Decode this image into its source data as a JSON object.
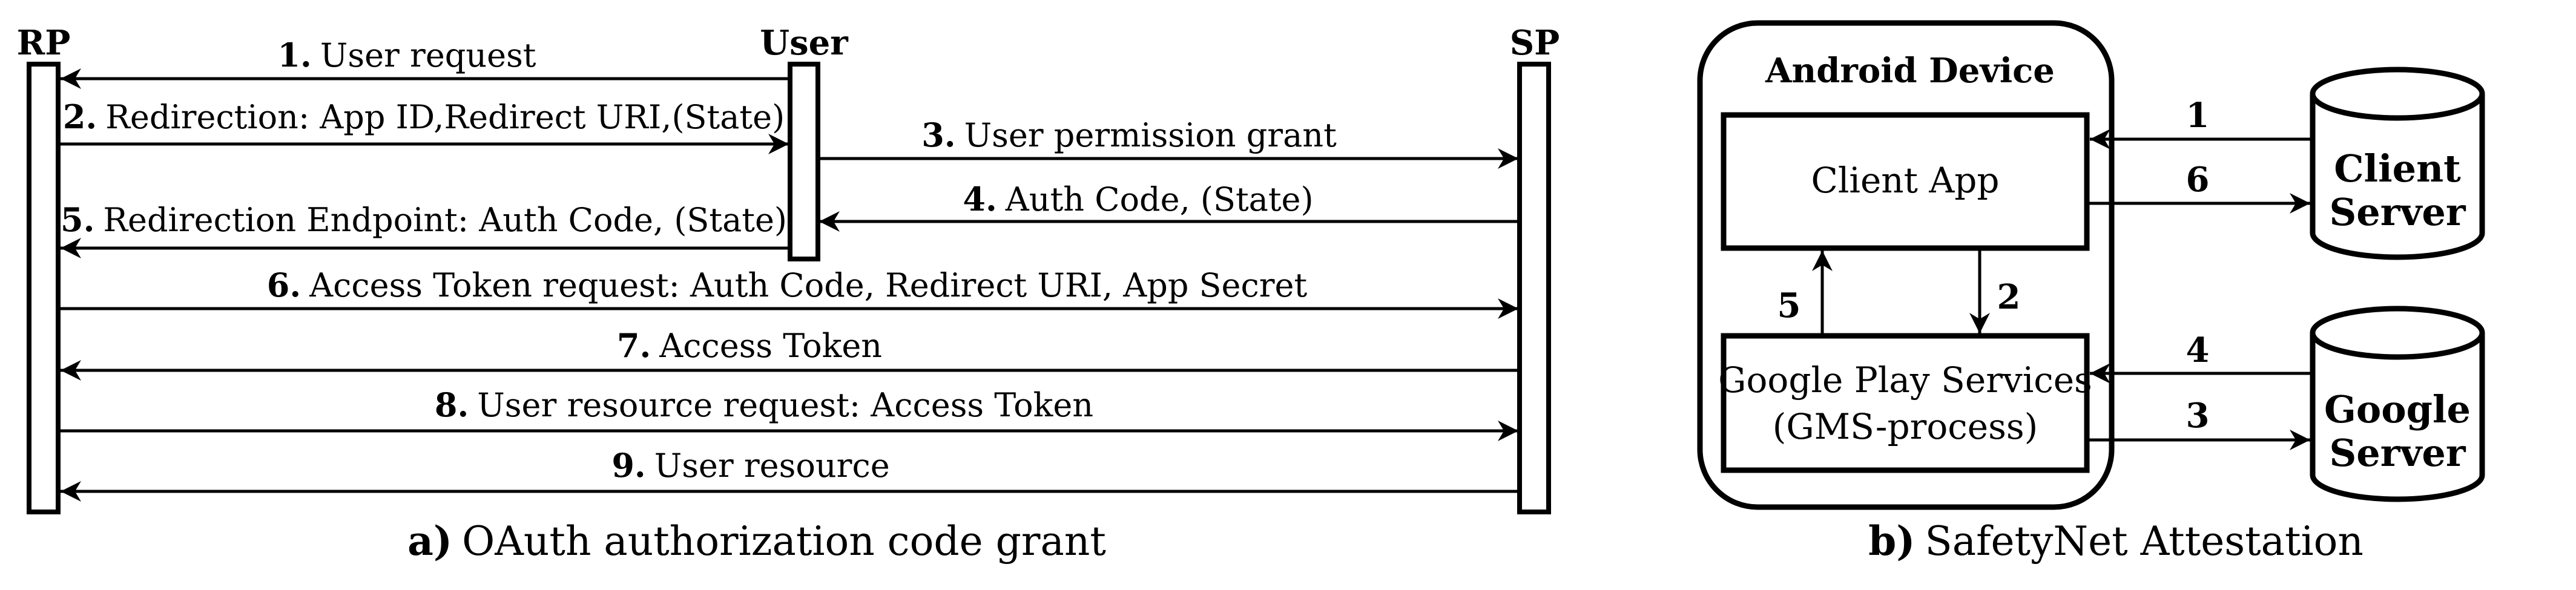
{
  "oauth": {
    "participants": {
      "rp": "RP",
      "user": "User",
      "sp": "SP"
    },
    "messages": [
      {
        "num": "1.",
        "text": "User request"
      },
      {
        "num": "2.",
        "text": "Redirection: App ID,Redirect URI,(State)"
      },
      {
        "num": "3.",
        "text": "User permission grant"
      },
      {
        "num": "4.",
        "text": "Auth Code, (State)"
      },
      {
        "num": "5.",
        "text": "Redirection Endpoint: Auth Code, (State)"
      },
      {
        "num": "6.",
        "text": "Access Token request: Auth Code, Redirect URI, App Secret"
      },
      {
        "num": "7.",
        "text": "Access Token"
      },
      {
        "num": "8.",
        "text": "User resource request: Access Token"
      },
      {
        "num": "9.",
        "text": "User resource"
      }
    ],
    "caption": {
      "prefix": "a)",
      "text": "OAuth authorization code grant"
    }
  },
  "safetynet": {
    "device_title": "Android Device",
    "client_app": "Client App",
    "gms_line1": "Google Play Services",
    "gms_line2": "(GMS-process)",
    "client_server": {
      "line1": "Client",
      "line2": "Server"
    },
    "google_server": {
      "line1": "Google",
      "line2": "Server"
    },
    "arrows": {
      "a1": "1",
      "a2": "2",
      "a3": "3",
      "a4": "4",
      "a5": "5",
      "a6": "6"
    },
    "caption": {
      "prefix": "b)",
      "text": "SafetyNet Attestation"
    }
  }
}
